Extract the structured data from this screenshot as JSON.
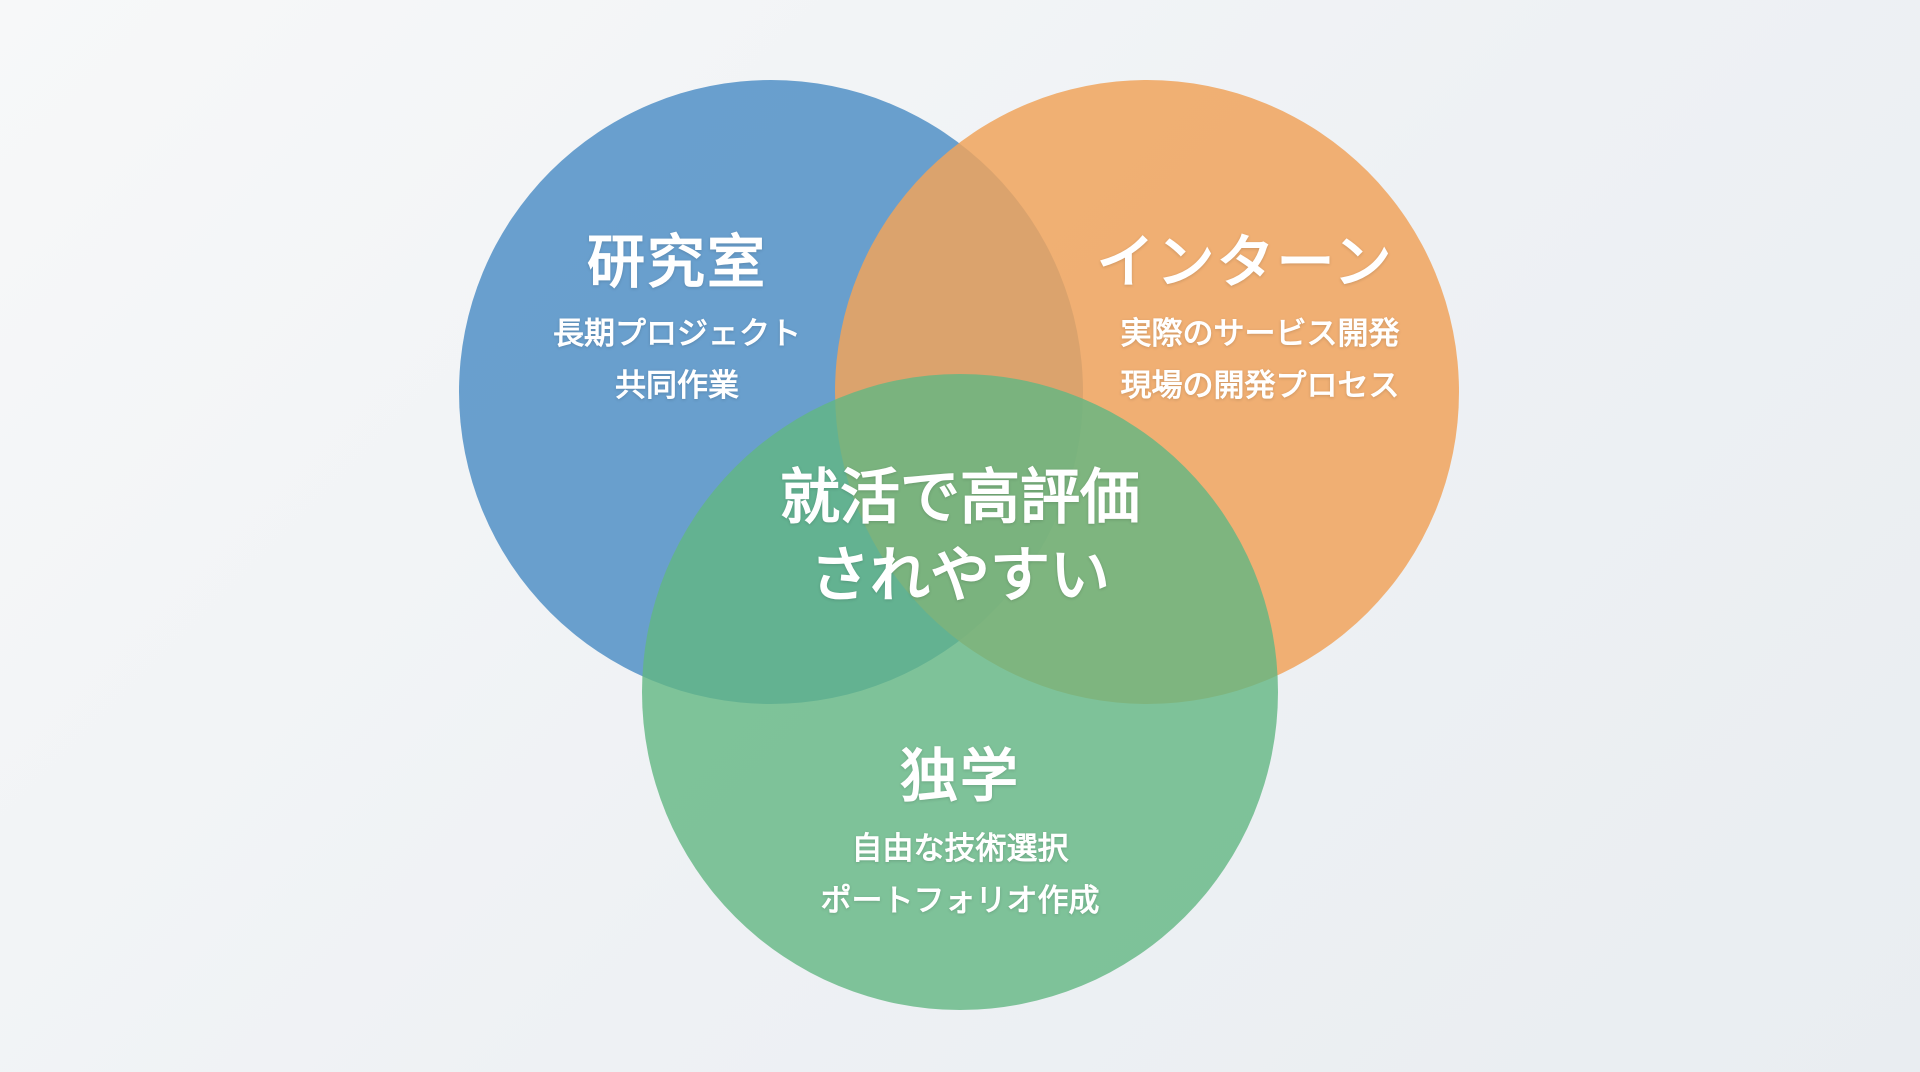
{
  "colors": {
    "blue": "#5a96c9",
    "orange": "#f0a35c",
    "green": "#62b782"
  },
  "sets": [
    {
      "title": "研究室",
      "lines": [
        "長期プロジェクト",
        "共同作業"
      ]
    },
    {
      "title": "インターン",
      "lines": [
        "実際のサービス開発",
        "現場の開発プロセス"
      ]
    },
    {
      "title": "独学",
      "lines": [
        "自由な技術選択",
        "ポートフォリオ作成"
      ]
    }
  ],
  "center": {
    "lines": [
      "就活で高評価",
      "されやすい"
    ]
  }
}
